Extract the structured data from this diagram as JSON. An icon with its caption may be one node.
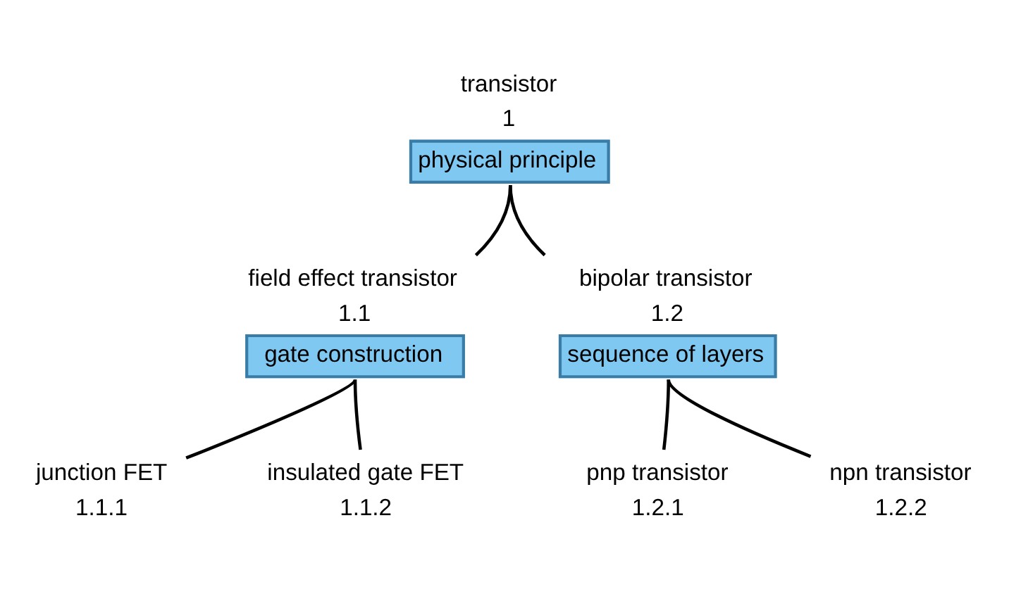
{
  "diagram": {
    "nodes": [
      {
        "text": [
          "transistor",
          "physical principle"
        ],
        "beside": [
          "1"
        ]
      },
      {
        "text": [
          "field effect transistor",
          "gate construction"
        ],
        "beside": [
          "1.1"
        ]
      },
      {
        "text": [
          "bipolar transistor",
          "sequence of layers"
        ],
        "beside": [
          "1.2"
        ]
      },
      {
        "text": [
          "junction FET"
        ],
        "beside": [
          "1.1.1"
        ]
      },
      {
        "text": [
          "insulated gate FET"
        ],
        "beside": [
          "1.1.2"
        ]
      },
      {
        "text": [
          "pnp transistor"
        ],
        "beside": [
          "1.2.1"
        ]
      },
      {
        "text": [
          "npn transistor"
        ],
        "beside": [
          "1.2.2"
        ]
      }
    ],
    "edges": [
      {
        "from": 0,
        "to": 1,
        "arrow": "none"
      },
      {
        "from": 0,
        "to": 2,
        "arrow": "none"
      },
      {
        "from": 1,
        "to": 3,
        "arrow": "none"
      },
      {
        "from": 1,
        "to": 4,
        "arrow": "none"
      },
      {
        "from": 2,
        "to": 5,
        "arrow": "none"
      },
      {
        "from": 2,
        "to": 6,
        "arrow": "none"
      }
    ]
  }
}
